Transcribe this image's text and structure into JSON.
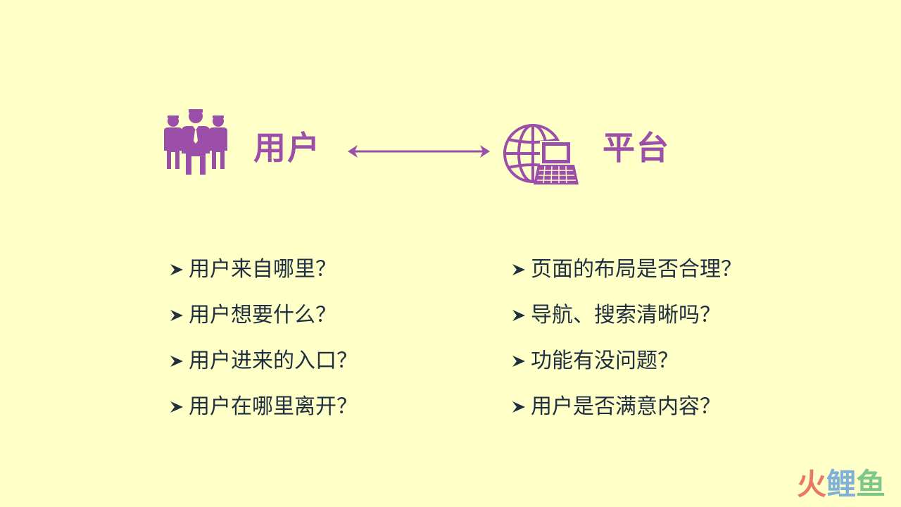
{
  "header": {
    "left_title": "用户",
    "right_title": "平台"
  },
  "icons": {
    "left": "people-group-icon",
    "center": "double-arrow-icon",
    "right": "globe-laptop-icon",
    "bullet": "arrowhead-bullet-icon"
  },
  "lists": {
    "left": [
      "用户来自哪里？",
      "用户想要什么？",
      "用户进来的入口？",
      "用户在哪里离开？"
    ],
    "right": [
      "页面的布局是否合理？",
      "导航、搜索清晰吗？",
      "功能有没问题？",
      "用户是否满意内容？"
    ]
  },
  "watermark": {
    "chars": [
      "火",
      "鲤",
      "鱼"
    ]
  },
  "colors": {
    "background": "#ffffc8",
    "accent": "#9b4fa8",
    "text": "#1f2f3f",
    "watermark": [
      "#e9786a",
      "#7fb0d8",
      "#7dc78b"
    ]
  }
}
